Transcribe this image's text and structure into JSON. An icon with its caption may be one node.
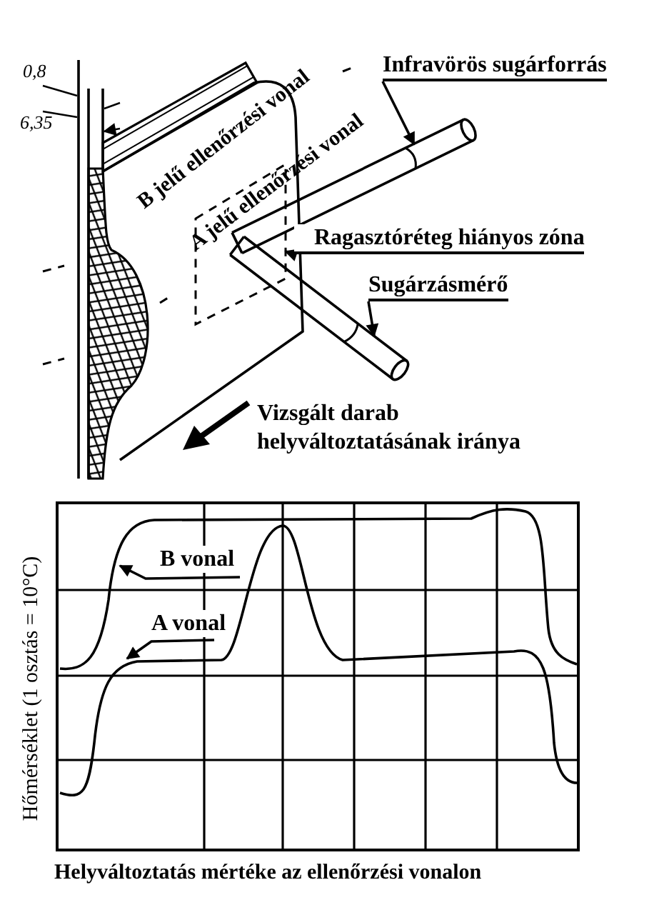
{
  "diagram": {
    "nodes": [
      {
        "text": [
          "Infravörös sugárforrás"
        ]
      },
      {
        "text": [],
        "shape": "cylinder"
      },
      {
        "text": [
          "Ragasztóréteg hiányos zóna"
        ]
      },
      {
        "text": [],
        "shape": "box"
      },
      {
        "text": [
          "Sugárzásmérő"
        ]
      },
      {
        "text": [],
        "shape": "cylinder"
      },
      {
        "text": [
          "B vonal"
        ]
      },
      {
        "text": [
          "A vonal"
        ]
      }
    ],
    "edges": [
      {
        "from": 0,
        "to": 1,
        "arrow": "to"
      },
      {
        "from": 2,
        "to": 3,
        "arrow": "to"
      },
      {
        "from": 4,
        "to": 5,
        "arrow": "to"
      },
      {
        "from": 6,
        "to": null,
        "arrow": "to"
      },
      {
        "from": 7,
        "to": null,
        "arrow": "to"
      }
    ],
    "labels": [
      "0,8",
      "6,35",
      "B jelű ellenőrzési vonal",
      "A jelű ellenőrzési vonal",
      "Vizsgált darab helyváltoztatásának iránya",
      "Hőmérséklet (1 osztás = 10°C)",
      "Helyváltoztatás mértéke az ellenőrzési vonalon"
    ]
  }
}
